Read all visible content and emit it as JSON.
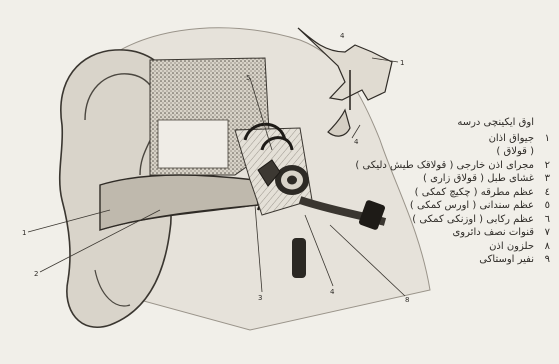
{
  "legend": {
    "title": "اوق ایکینچی درسه",
    "items": [
      {
        "num": "١",
        "text": "جیواق اذان"
      },
      {
        "num": "",
        "text": "( قولاق )"
      },
      {
        "num": "٢",
        "text": "مجرای اذن خارجی ( قولاقک طیش دلیکی )"
      },
      {
        "num": "٣",
        "text": "غشای طبل ( قولاق زاری )"
      },
      {
        "num": "٤",
        "text": "عظم مطرقه ( چکیچ کمکی )"
      },
      {
        "num": "٥",
        "text": "عظم سندانی ( اورس کمکی )"
      },
      {
        "num": "٦",
        "text": "عظم رکابی ( اوزنکی کمکی )"
      },
      {
        "num": "٧",
        "text": "قنوات نصف دائروی"
      },
      {
        "num": "٨",
        "text": "حلزون اذن"
      },
      {
        "num": "٩",
        "text": "نفیر اوستاکی"
      }
    ]
  },
  "diagram_labels": [
    {
      "id": "pinna",
      "text": "1"
    },
    {
      "id": "canal",
      "text": "2"
    },
    {
      "id": "eardrum",
      "text": "3"
    },
    {
      "id": "ossicles",
      "text": "4"
    },
    {
      "id": "cochlea",
      "text": "5"
    },
    {
      "id": "tube",
      "text": "8"
    },
    {
      "id": "inset-a",
      "text": "1"
    },
    {
      "id": "inset-b",
      "text": "4"
    },
    {
      "id": "inset-c",
      "text": "4"
    }
  ]
}
